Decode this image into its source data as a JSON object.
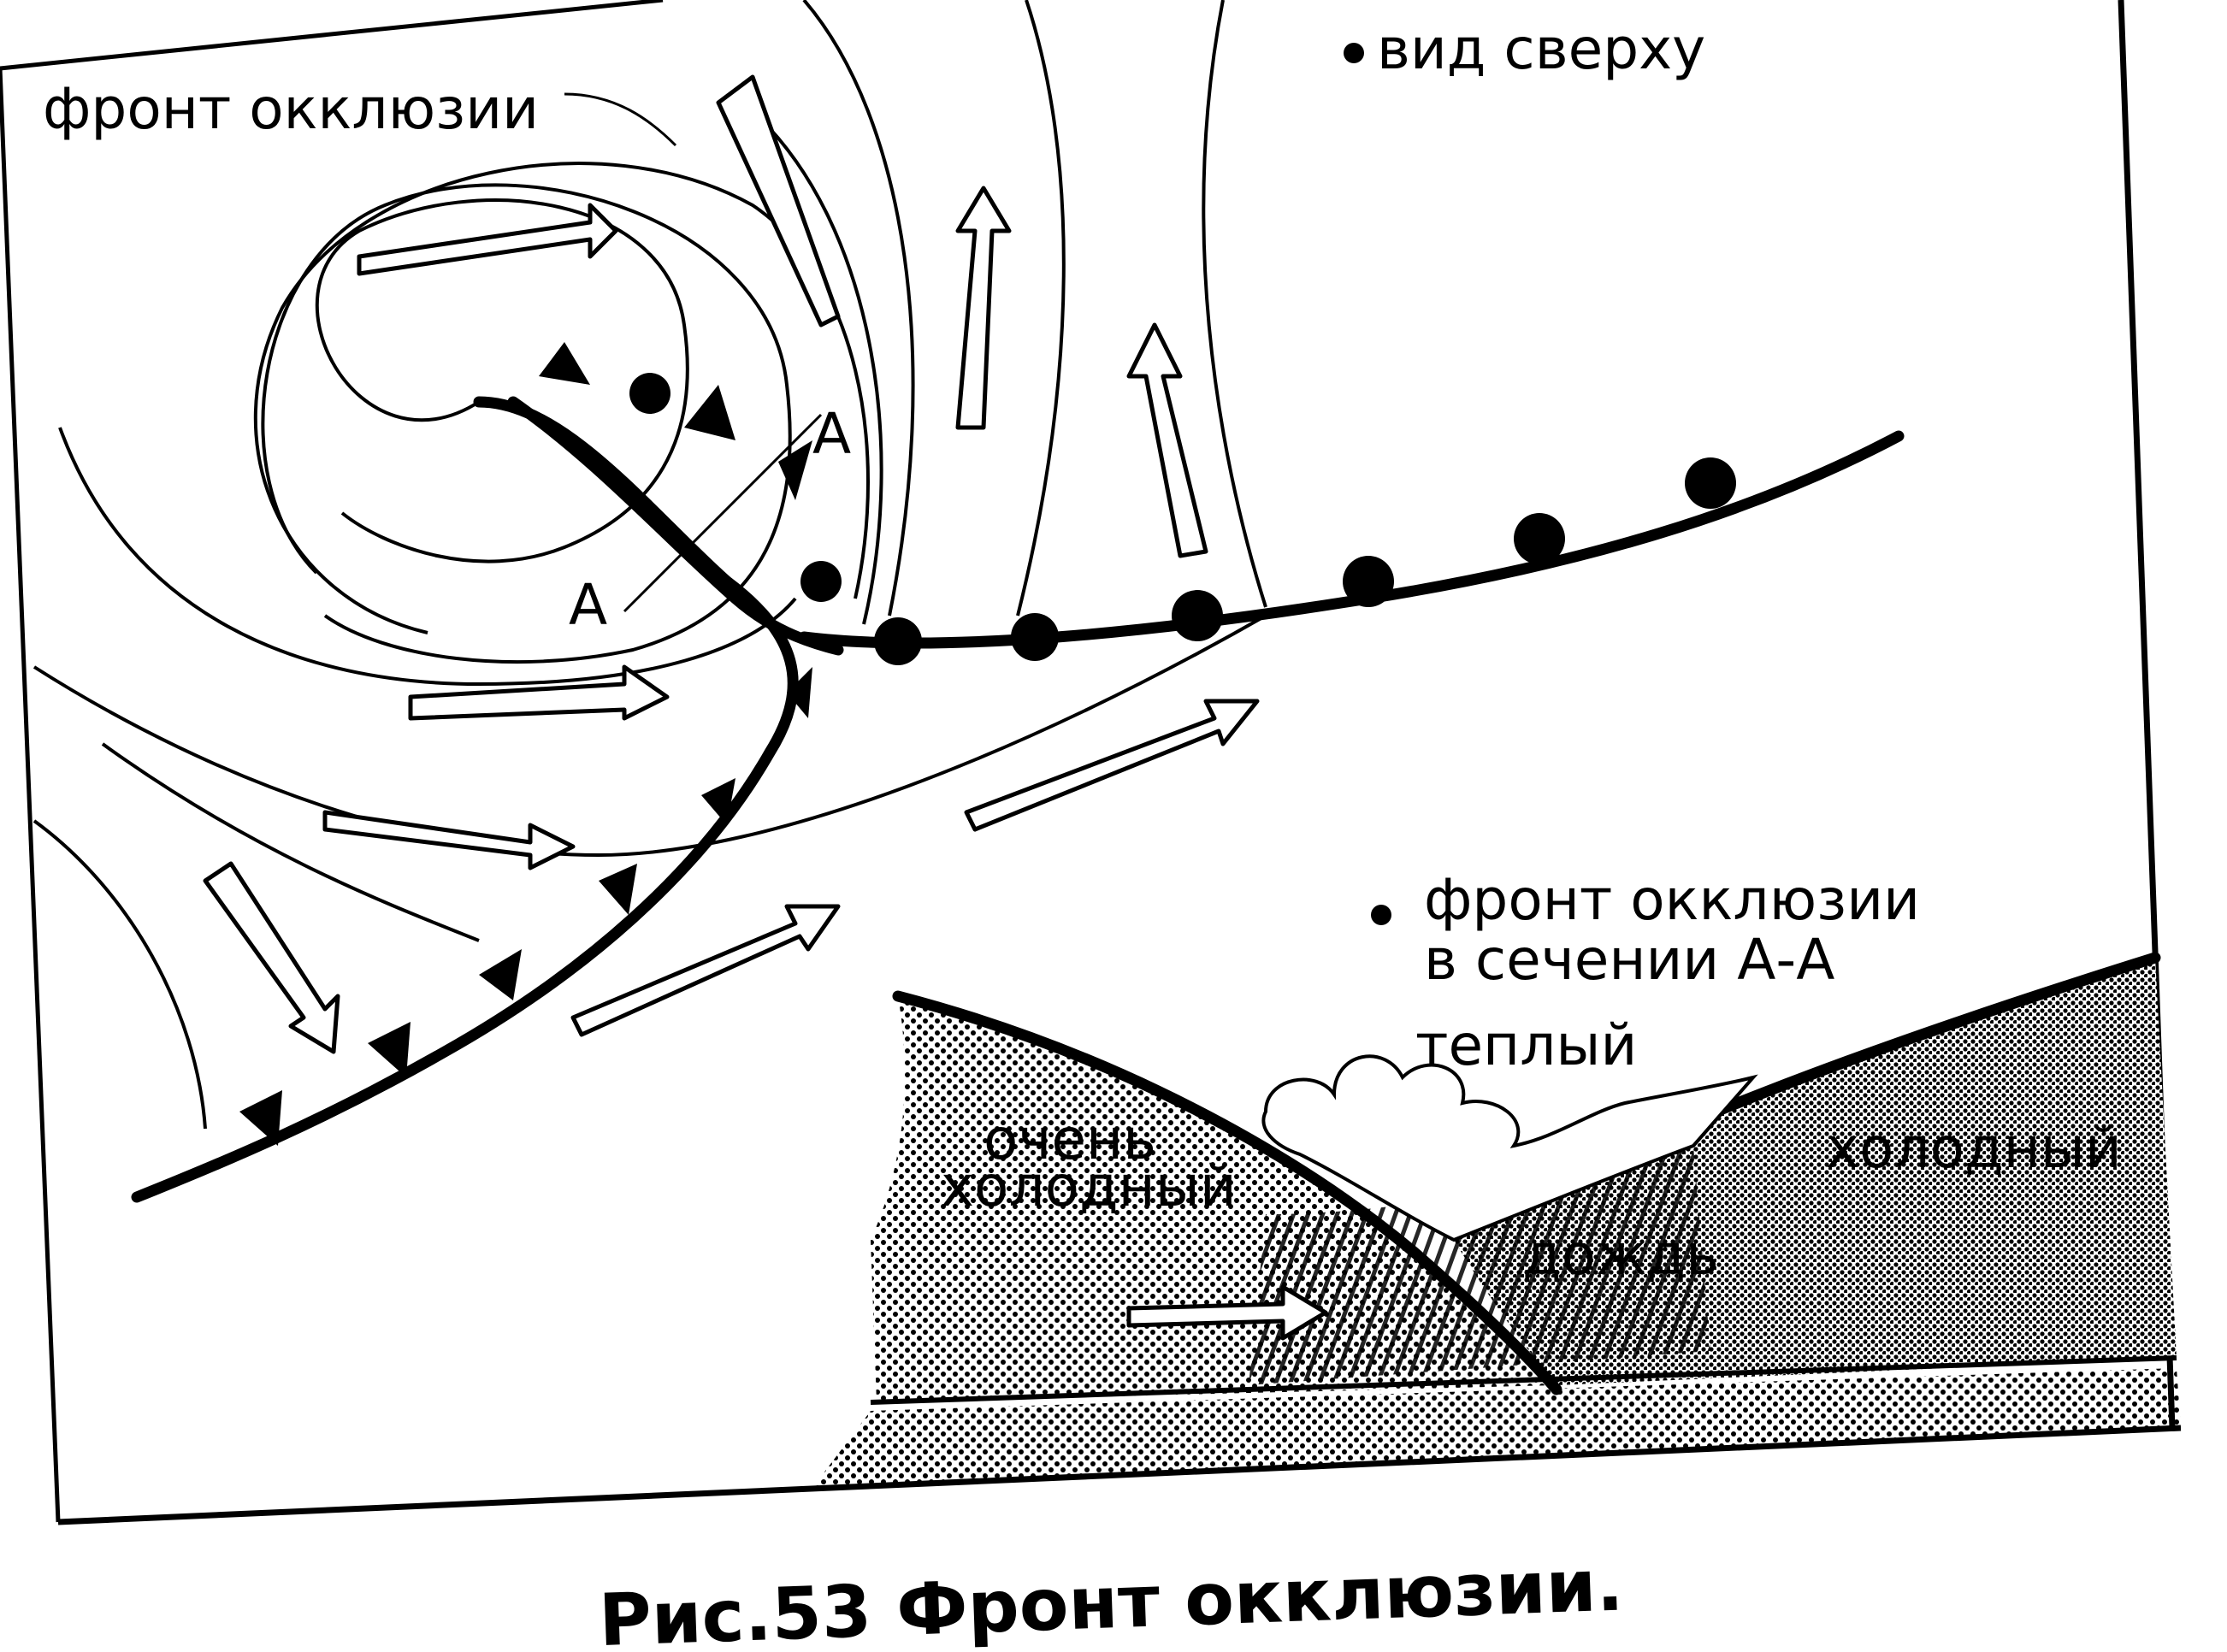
{
  "labels": {
    "occlusion_front_top": "фронт окклюзии",
    "top_view": "вид сверху",
    "section_line_1": "фронт окклюзии",
    "section_line_2": "в сечении А-А",
    "warm": "теплый",
    "very_cold_1": "очень",
    "very_cold_2": "холодный",
    "cold": "холодный",
    "rain": "дождь",
    "point_a_upper": "А",
    "point_a_lower": "А"
  },
  "caption": "Рис.53 Фронт окклюзии.",
  "legend_bullet_icon": "dot-icon",
  "colors": {
    "ink": "#000000",
    "paper": "#ffffff"
  }
}
